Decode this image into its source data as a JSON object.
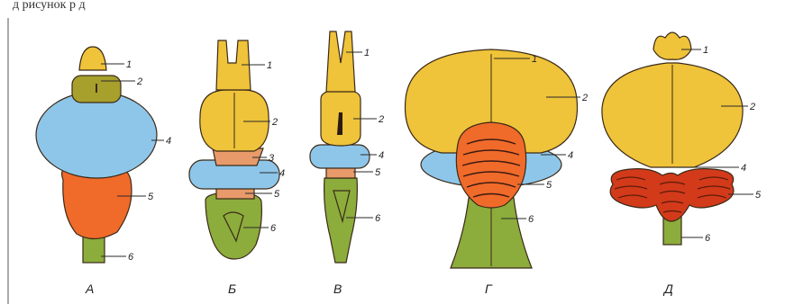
{
  "caption_fragment_top": "д                            рисунок        р                                            д",
  "panels": [
    {
      "letter": "А",
      "labels": [
        "1",
        "2",
        "4",
        "5",
        "6"
      ]
    },
    {
      "letter": "Б",
      "labels": [
        "1",
        "2",
        "3",
        "4",
        "5",
        "6"
      ]
    },
    {
      "letter": "В",
      "labels": [
        "1",
        "2",
        "4",
        "5",
        "6"
      ]
    },
    {
      "letter": "Г",
      "labels": [
        "1",
        "2",
        "4",
        "5",
        "6"
      ]
    },
    {
      "letter": "Д",
      "labels": [
        "1",
        "2",
        "4",
        "5",
        "6"
      ]
    }
  ],
  "colors": {
    "forebrain": "#efc33a",
    "diencephalon_dark": "#a8a02c",
    "midbrain": "#8ec6ea",
    "cerebellum": "#f06a2a",
    "cerebellum_dark": "#d23a1a",
    "medulla": "#8cac3c",
    "interbrain": "#e89a6a",
    "outline": "#3a2a18"
  }
}
